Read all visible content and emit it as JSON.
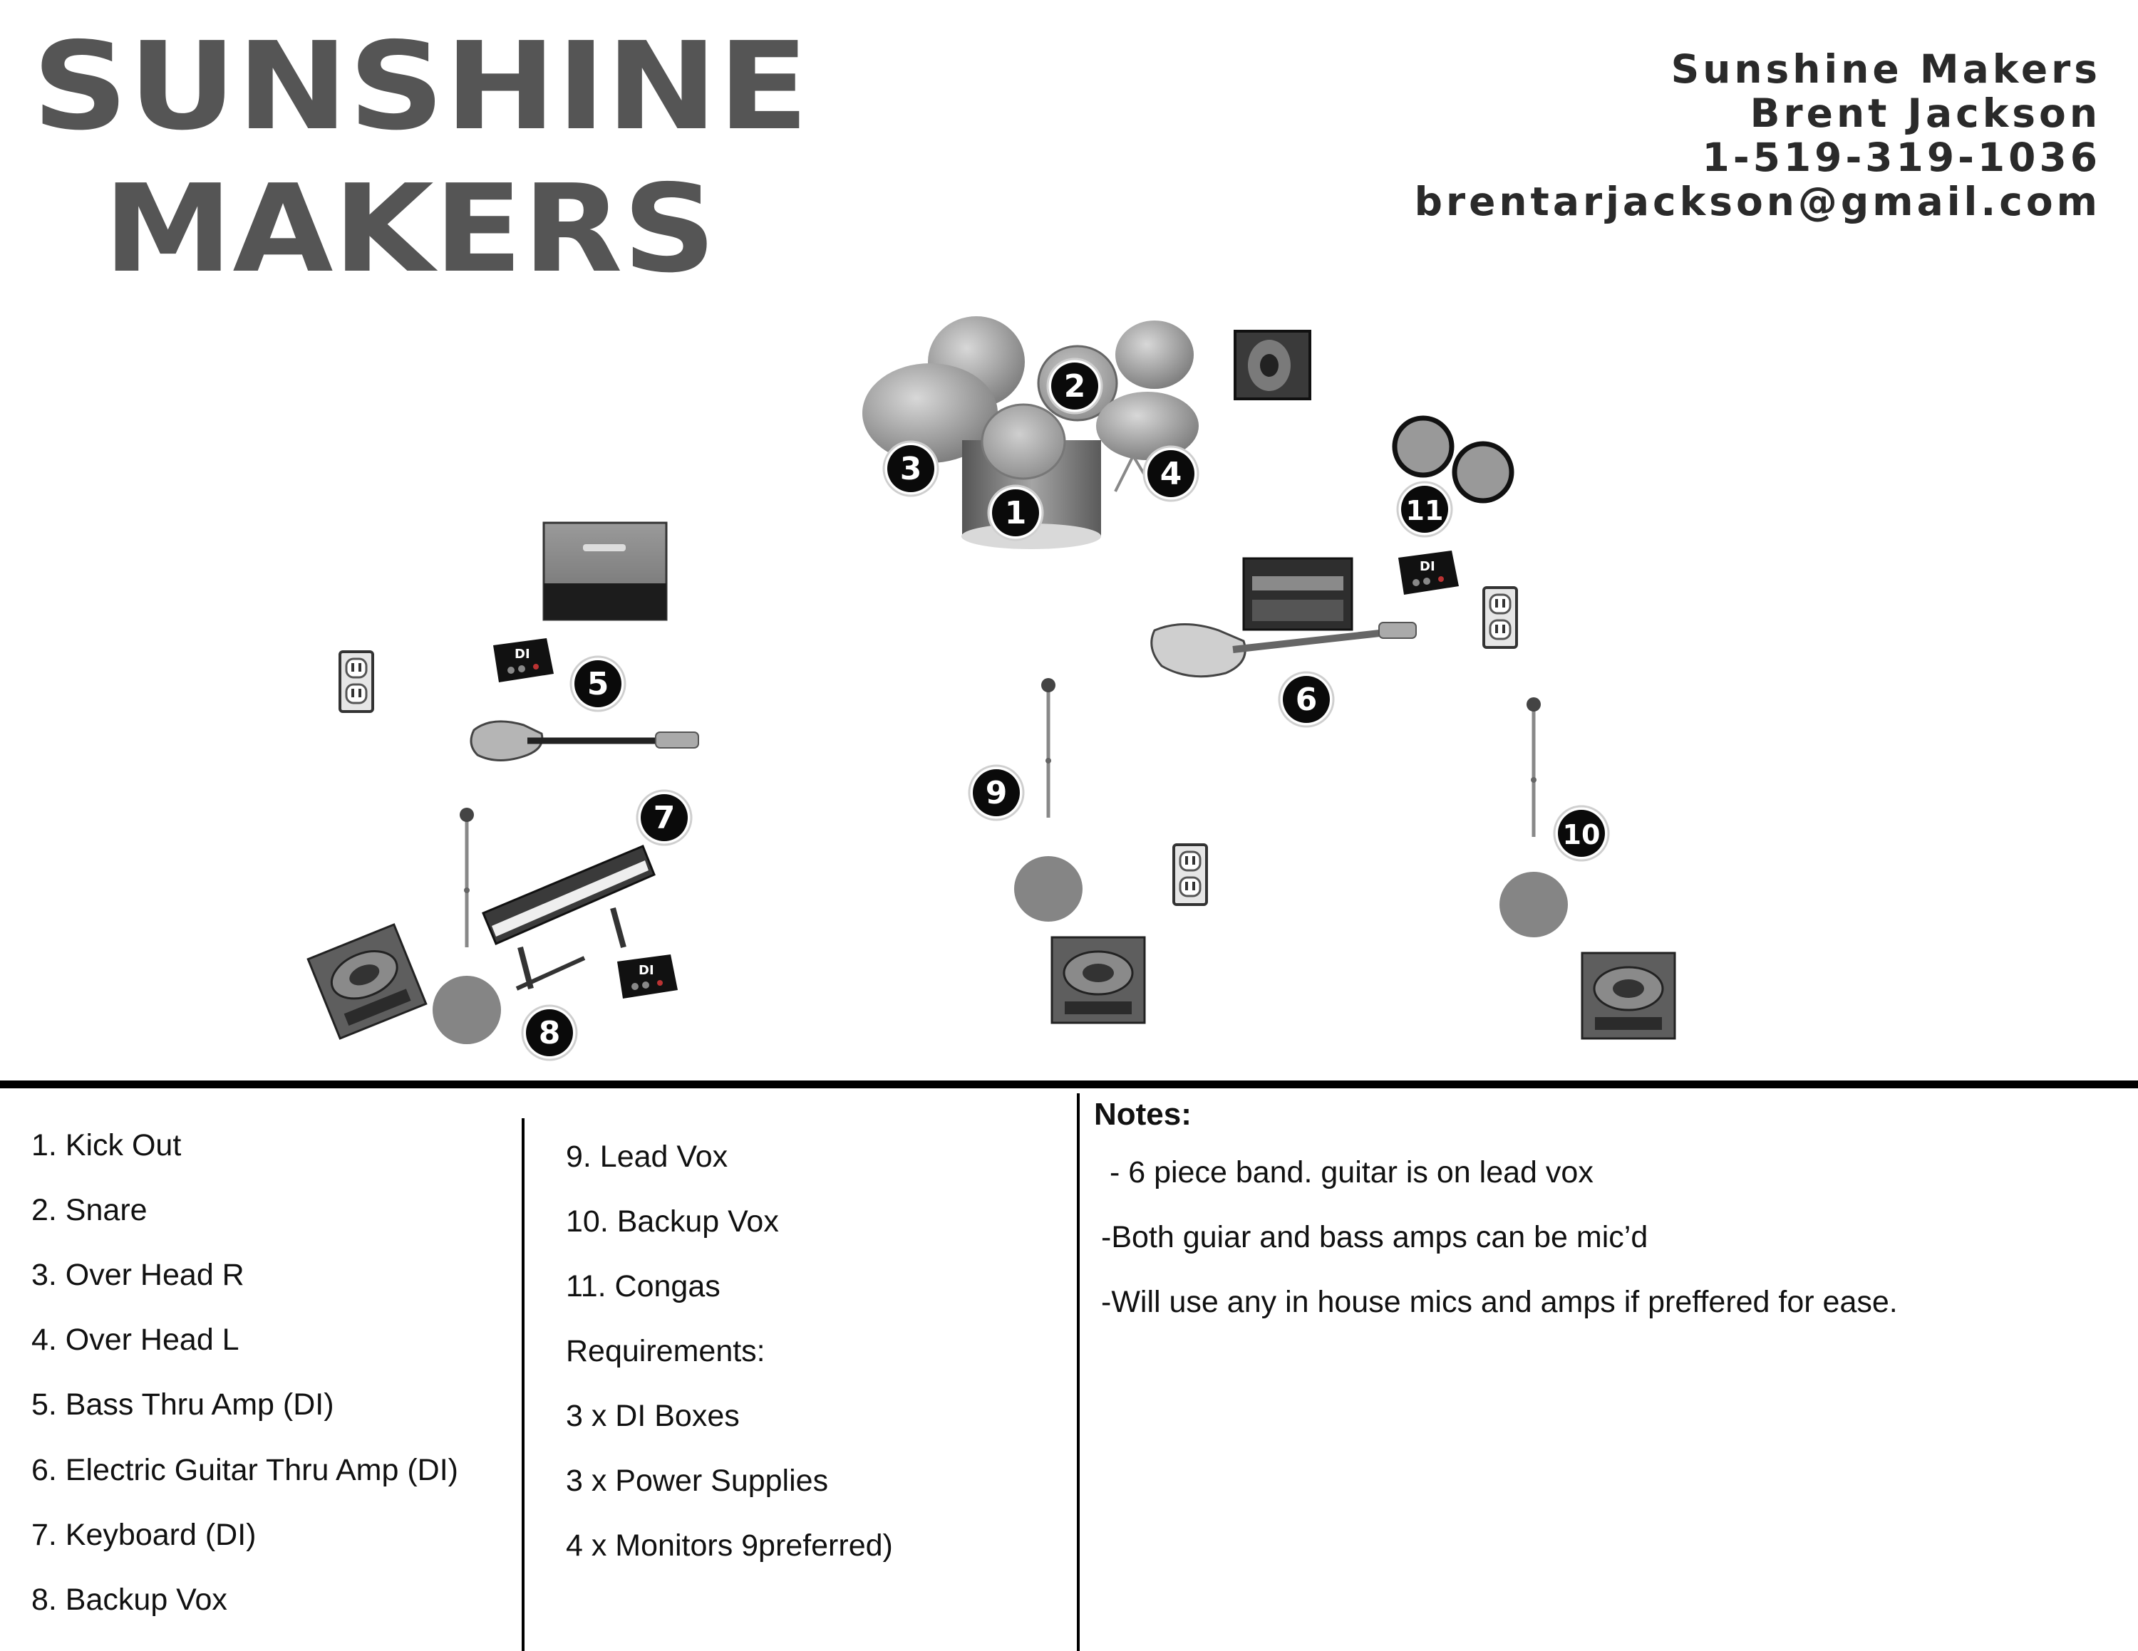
{
  "logo": {
    "line1": "SUNSHINE",
    "line2": "MAKERS"
  },
  "contact": {
    "band": "Sunshine Makers",
    "name": "Brent Jackson",
    "phone": "1-519-319-1036",
    "email": "brentarjackson@gmail.com"
  },
  "stage": {
    "markers": [
      "1",
      "2",
      "3",
      "4",
      "5",
      "6",
      "7",
      "8",
      "9",
      "10",
      "11"
    ],
    "di_label": "DI"
  },
  "inputs_col1": [
    "1. Kick Out",
    "2. Snare",
    "3. Over Head R",
    "4. Over Head L",
    "5. Bass Thru Amp (DI)",
    "6. Electric Guitar Thru Amp (DI)",
    "7. Keyboard (DI)",
    "8. Backup Vox"
  ],
  "inputs_col2": [
    "9. Lead Vox",
    "10. Backup Vox",
    "11. Congas",
    "Requirements:",
    "3 x DI Boxes",
    "3 x Power Supplies",
    "4 x Monitors 9preferred)"
  ],
  "notes": {
    "title": "Notes:",
    "items": [
      " - 6 piece band. guitar is on lead vox",
      "-Both guiar and bass amps can be mic’d",
      "-Will use any in house mics and amps if preffered for ease."
    ]
  },
  "colors": {
    "ink": "#111111",
    "logo": "#555555",
    "contact": "#2a2a2a",
    "stage_gray": "#8a8a8a"
  }
}
